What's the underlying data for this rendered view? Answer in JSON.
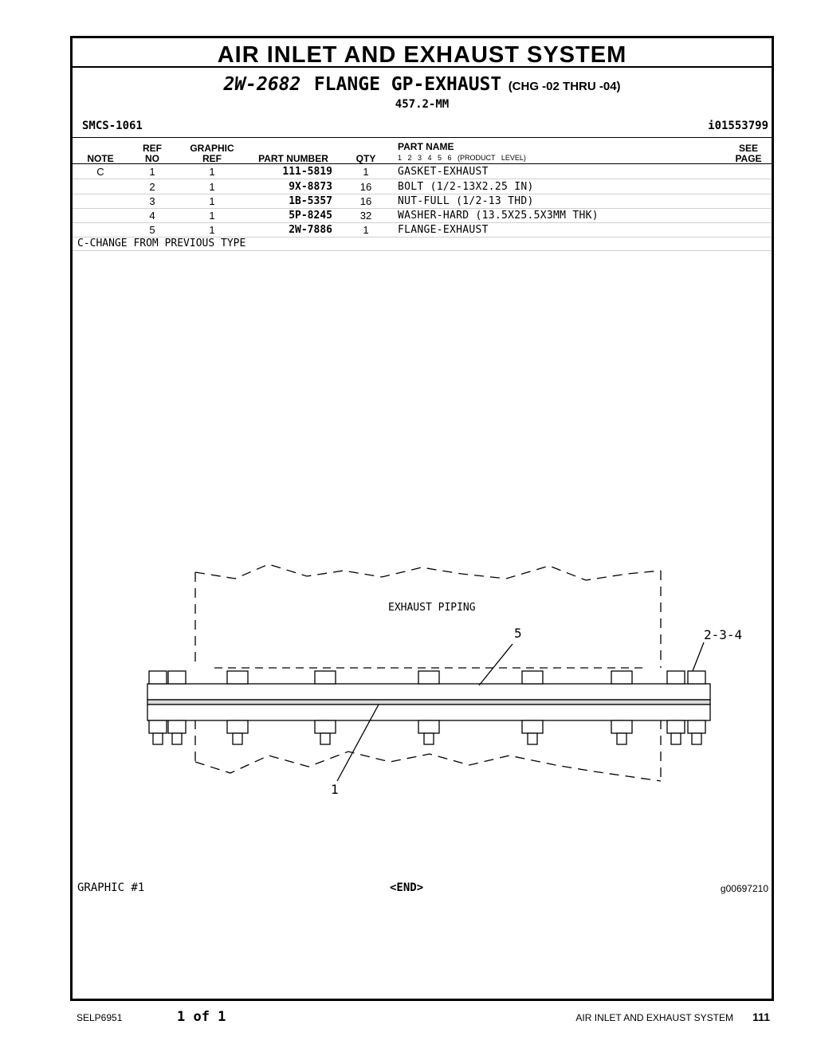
{
  "page": {
    "title": "AIR INLET AND EXHAUST SYSTEM",
    "group_number": "2W-2682",
    "group_name": "FLANGE GP-EXHAUST",
    "group_change": "(CHG -02 THRU -04)",
    "size": "457.2-MM",
    "smcs": "SMCS-1061",
    "illustration_id": "i01553799"
  },
  "table": {
    "headers": {
      "note": "NOTE",
      "ref_top": "REF",
      "ref_bottom": "NO",
      "graphic_top": "GRAPHIC",
      "graphic_bottom": "REF",
      "part_number": "PART NUMBER",
      "qty": "QTY",
      "part_name": "PART NAME",
      "levels": "1 2 3 4 5 6 (PRODUCT LEVEL)",
      "see_top": "SEE",
      "see_bottom": "PAGE"
    },
    "rows": [
      {
        "note": "C",
        "ref": "1",
        "graphic": "1",
        "part_number": "111-5819",
        "qty": "1",
        "name": "GASKET-EXHAUST"
      },
      {
        "note": "",
        "ref": "2",
        "graphic": "1",
        "part_number": "9X-8873",
        "qty": "16",
        "name": "BOLT (1/2-13X2.25 IN)"
      },
      {
        "note": "",
        "ref": "3",
        "graphic": "1",
        "part_number": "1B-5357",
        "qty": "16",
        "name": "NUT-FULL (1/2-13 THD)"
      },
      {
        "note": "",
        "ref": "4",
        "graphic": "1",
        "part_number": "5P-8245",
        "qty": "32",
        "name": "WASHER-HARD (13.5X25.5X3MM THK)"
      },
      {
        "note": "",
        "ref": "5",
        "graphic": "1",
        "part_number": "2W-7886",
        "qty": "1",
        "name": "FLANGE-EXHAUST"
      }
    ],
    "footnote": "C-CHANGE FROM PREVIOUS TYPE"
  },
  "graphic": {
    "label_piping": "EXHAUST PIPING",
    "callout_flange": "5",
    "callout_hardware": "2-3-4",
    "callout_gasket": "1",
    "caption": "GRAPHIC #1",
    "end_marker": "<END>",
    "graphic_id": "g00697210"
  },
  "footer": {
    "publication": "SELP6951",
    "page_of": "1 of 1",
    "system": "AIR INLET AND EXHAUST SYSTEM",
    "page_number": "111"
  }
}
